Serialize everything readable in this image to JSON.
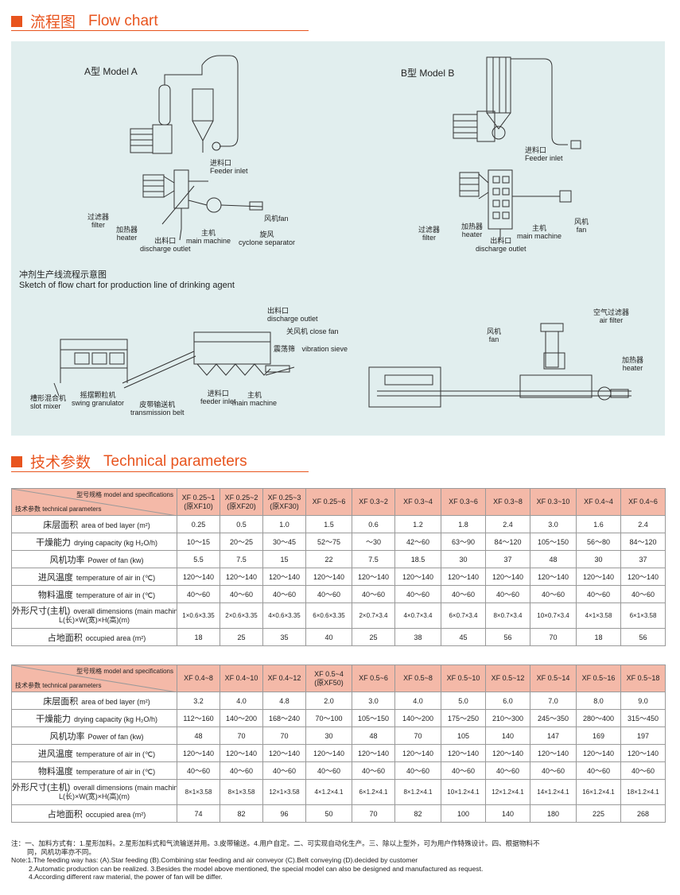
{
  "flow": {
    "section_cn": "流程图",
    "section_en": "Flow chart",
    "model_a": "A型 Model A",
    "model_b": "B型 Model B",
    "a_labels": {
      "feeder_inlet_cn": "进料口",
      "feeder_inlet_en": "Feeder inlet",
      "fan_cn": "风机",
      "fan_en": "fan",
      "filter_cn": "过滤器",
      "filter_en": "filter",
      "heater_cn": "加热器",
      "heater_en": "heater",
      "discharge_cn": "出料口",
      "discharge_en": "discharge outlet",
      "main_cn": "主机",
      "main_en": "main machine",
      "cyclone_cn": "旋风",
      "cyclone_en": "cyclone separator"
    },
    "b_labels": {
      "feeder_inlet_cn": "进料口",
      "feeder_inlet_en": "Feeder inlet",
      "filter_cn": "过滤器",
      "filter_en": "filter",
      "heater_cn": "加热器",
      "heater_en": "heater",
      "main_cn": "主机",
      "main_en": "main machine",
      "fan_cn": "风机",
      "fan_en": "fan",
      "discharge_cn": "出料口",
      "discharge_en": "discharge outlet"
    },
    "sketch_cn": "冲剂生产线流程示意图",
    "sketch_en": "Sketch of flow chart for production line of drinking agent",
    "line_labels": {
      "discharge_cn": "出料口",
      "discharge_en": "discharge outlet",
      "close_fan": "关风机  close fan",
      "vib_cn": "震荡筛",
      "vib_en": "vibration sieve",
      "slot_cn": "槽形混合机",
      "slot_en": "slot mixer",
      "swing_cn": "摇摆颗粒机",
      "swing_en": "swing granulator",
      "belt_cn": "皮带输送机",
      "belt_en": "transmission belt",
      "feeder_cn": "进料口",
      "feeder_en": "feeder inlet",
      "main_cn": "主机",
      "main_en": "main machine"
    },
    "right_labels": {
      "fan_cn": "风机",
      "fan_en": "fan",
      "air_cn": "空气过滤器",
      "air_en": "air filter",
      "heater_cn": "加热器",
      "heater_en": "heater"
    }
  },
  "tech": {
    "section_cn": "技术参数",
    "section_en": "Technical parameters",
    "corner_top": "型号规格 model and specifications",
    "corner_bottom": "技术参数 technical parameters",
    "rows": [
      {
        "cn": "床层面积",
        "en": "area of bed layer (m²)"
      },
      {
        "cn": "干燥能力",
        "en": "drying capacity (kg H₂O/h)"
      },
      {
        "cn": "风机功率",
        "en": "Power of fan (kw)"
      },
      {
        "cn": "进风温度",
        "en": "temperature of air in (℃)"
      },
      {
        "cn": "物料温度",
        "en": "temperature of air in (℃)"
      },
      {
        "cn": "外形尺寸(主机)",
        "en": "overall dimensions (main machine)",
        "en2": "L(长)×W(宽)×H(高)(m)"
      },
      {
        "cn": "占地面积",
        "en": "occupied area (m²)"
      }
    ],
    "table1": {
      "models": [
        "XF 0.25~1\n(原XF10)",
        "XF 0.25~2\n(原XF20)",
        "XF 0.25~3\n(原XF30)",
        "XF 0.25~6",
        "XF 0.3~2",
        "XF 0.3~4",
        "XF 0.3~6",
        "XF 0.3~8",
        "XF 0.3~10",
        "XF 0.4~4",
        "XF 0.4~6"
      ],
      "data": [
        [
          "0.25",
          "0.5",
          "1.0",
          "1.5",
          "0.6",
          "1.2",
          "1.8",
          "2.4",
          "3.0",
          "1.6",
          "2.4"
        ],
        [
          "10～15",
          "20～25",
          "30～45",
          "52～75",
          "～30",
          "42～60",
          "63～90",
          "84～120",
          "105～150",
          "56～80",
          "84～120"
        ],
        [
          "5.5",
          "7.5",
          "15",
          "22",
          "7.5",
          "18.5",
          "30",
          "37",
          "48",
          "30",
          "37"
        ],
        [
          "120～140",
          "120～140",
          "120～140",
          "120～140",
          "120～140",
          "120～140",
          "120～140",
          "120～140",
          "120～140",
          "120～140",
          "120～140"
        ],
        [
          "40～60",
          "40～60",
          "40～60",
          "40～60",
          "40～60",
          "40～60",
          "40～60",
          "40～60",
          "40～60",
          "40～60",
          "40～60"
        ],
        [
          "1×0.6×3.35",
          "2×0.6×3.35",
          "4×0.6×3.35",
          "6×0.6×3.35",
          "2×0.7×3.4",
          "4×0.7×3.4",
          "6×0.7×3.4",
          "8×0.7×3.4",
          "10×0.7×3.4",
          "4×1×3.58",
          "6×1×3.58"
        ],
        [
          "18",
          "25",
          "35",
          "40",
          "25",
          "38",
          "45",
          "56",
          "70",
          "18",
          "56"
        ]
      ]
    },
    "table2": {
      "models": [
        "XF 0.4~8",
        "XF 0.4~10",
        "XF 0.4~12",
        "XF 0.5~4\n(原XF50)",
        "XF 0.5~6",
        "XF 0.5~8",
        "XF 0.5~10",
        "XF 0.5~12",
        "XF 0.5~14",
        "XF 0.5~16",
        "XF 0.5~18"
      ],
      "data": [
        [
          "3.2",
          "4.0",
          "4.8",
          "2.0",
          "3.0",
          "4.0",
          "5.0",
          "6.0",
          "7.0",
          "8.0",
          "9.0"
        ],
        [
          "112～160",
          "140～200",
          "168～240",
          "70～100",
          "105～150",
          "140～200",
          "175～250",
          "210～300",
          "245～350",
          "280～400",
          "315～450"
        ],
        [
          "48",
          "70",
          "70",
          "30",
          "48",
          "70",
          "105",
          "140",
          "147",
          "169",
          "197"
        ],
        [
          "120～140",
          "120～140",
          "120～140",
          "120～140",
          "120～140",
          "120～140",
          "120～140",
          "120～140",
          "120～140",
          "120～140",
          "120～140"
        ],
        [
          "40～60",
          "40～60",
          "40～60",
          "40～60",
          "40～60",
          "40～60",
          "40～60",
          "40～60",
          "40～60",
          "40～60",
          "40～60"
        ],
        [
          "8×1×3.58",
          "8×1×3.58",
          "12×1×3.58",
          "4×1.2×4.1",
          "6×1.2×4.1",
          "8×1.2×4.1",
          "10×1.2×4.1",
          "12×1.2×4.1",
          "14×1.2×4.1",
          "16×1.2×4.1",
          "18×1.2×4.1"
        ],
        [
          "74",
          "82",
          "96",
          "50",
          "70",
          "82",
          "100",
          "140",
          "180",
          "225",
          "268"
        ]
      ]
    }
  },
  "notes": {
    "cn1": "注：一、加料方式有：1.星形加料。2.星形加料式和气流输送并用。3.皮带输送。4.用户自定。二、可实现自动化生产。三、除以上型外，可为用户作特殊设计。四、根据物料不",
    "cn2": "同，风机功率亦不同。",
    "en1": "Note:1.The feeding way has: (A).Star feeding  (B).Combining star feeding and air conveyor  (C).Belt conveying  (D).decided by customer",
    "en2": "2.Automatic production can be realized. 3.Besides the model above mentioned, the special model can also be designed and manufactured as request.",
    "en3": "4.According different raw material, the power of fan will be differ."
  }
}
